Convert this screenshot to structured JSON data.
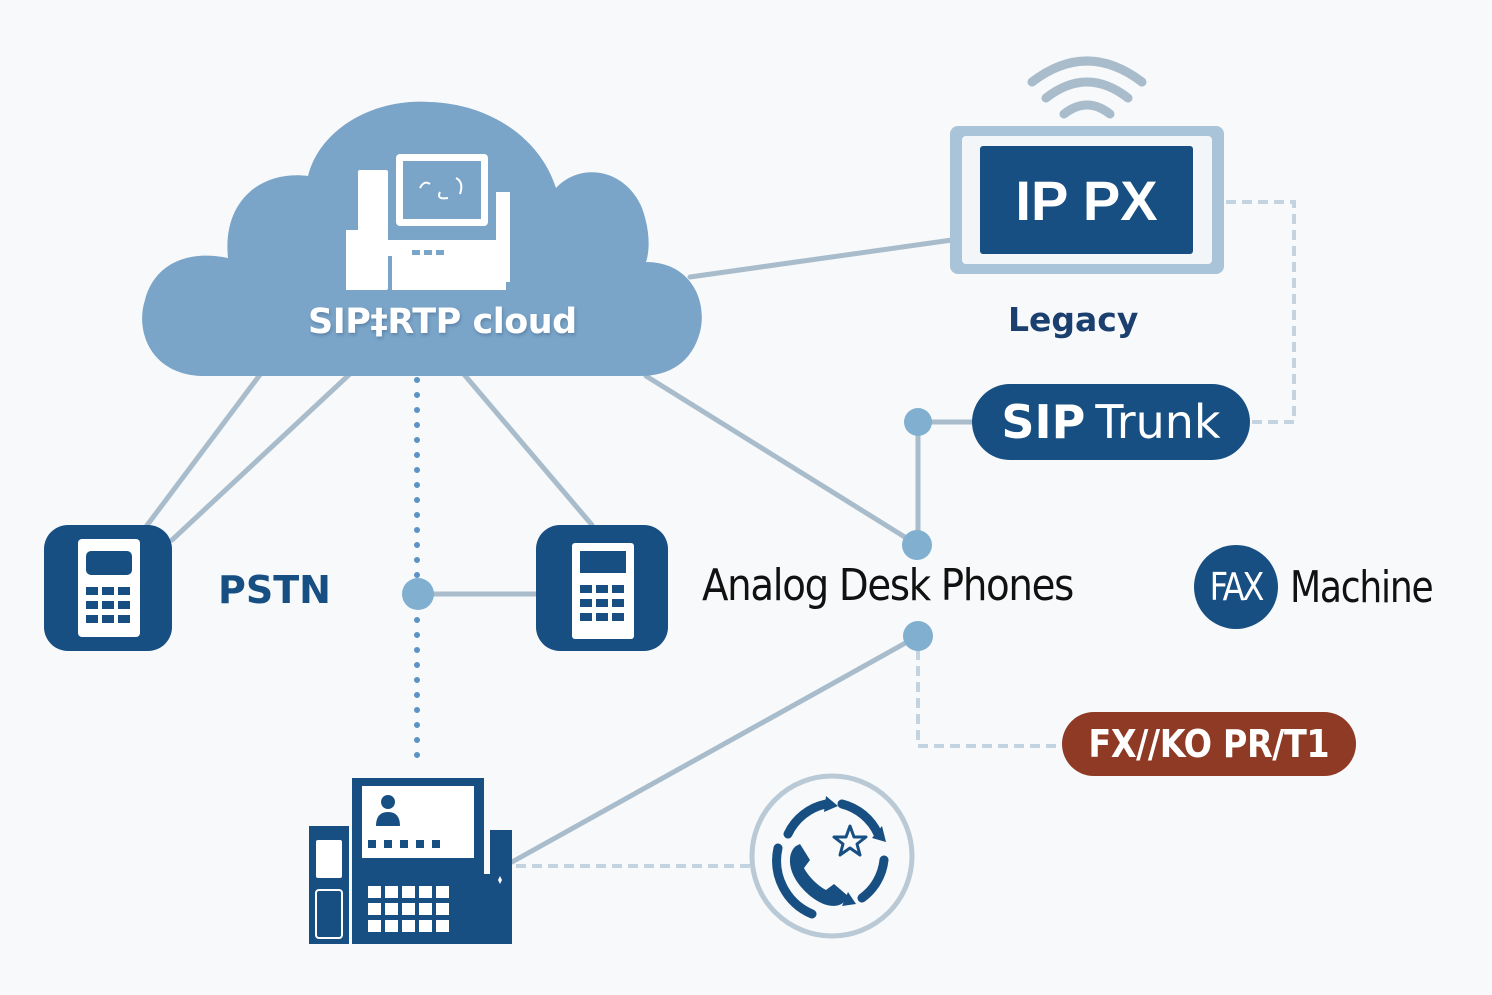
{
  "diagram": {
    "title": "VoIP / SIP telephony network",
    "colors": {
      "navy": "#174f82",
      "cloud": "#7aa5c8",
      "link": "#a8bccb",
      "node": "#80afd0",
      "dotted": "#5a93c4",
      "fxo": "#8f3a24",
      "background": "#f8f9fa"
    },
    "nodes": {
      "cloud": {
        "label": "SIP/RTP cloud",
        "label_rendered": "SIP‡RTP cloud",
        "icon": "server-terminal-icon"
      },
      "ippbx": {
        "label": "IP PX",
        "icon": "wifi-icon",
        "caption": "Legacy"
      },
      "sip_trunk": {
        "bold": "SIP",
        "light": "Trunk"
      },
      "pstn": {
        "label": "PSTN",
        "icon": "mobile-phone-icon"
      },
      "analog_phone": {
        "icon": "mobile-phone-icon"
      },
      "analog_desk_phones": {
        "label": "Analog Desk Phones"
      },
      "fax": {
        "badge": "FAX",
        "label": "Machine"
      },
      "fxo": {
        "label": "FX//KO PR/T1"
      },
      "ip_desk_phone": {
        "icon": "ip-desk-phone-icon"
      },
      "call_forward": {
        "icon": "call-forward-star-icon"
      }
    },
    "links": [
      {
        "from": "cloud",
        "to": "pstn",
        "style": "solid"
      },
      {
        "from": "cloud",
        "to": "pstn",
        "style": "solid"
      },
      {
        "from": "cloud",
        "to": "analog_phone",
        "style": "solid"
      },
      {
        "from": "cloud",
        "to": "ippbx",
        "style": "solid"
      },
      {
        "from": "cloud",
        "to": "analog_desk_phones",
        "style": "solid"
      },
      {
        "from": "cloud",
        "to": "ip_desk_phone",
        "style": "dotted"
      },
      {
        "from": "ippbx",
        "to": "sip_trunk",
        "style": "dashed"
      },
      {
        "from": "sip_trunk",
        "to": "analog_desk_phones",
        "style": "solid"
      },
      {
        "from": "analog_desk_phones",
        "to": "fxo",
        "style": "dashed"
      },
      {
        "from": "analog_desk_phones",
        "to": "ip_desk_phone",
        "style": "solid"
      },
      {
        "from": "ip_desk_phone",
        "to": "call_forward",
        "style": "dashed"
      }
    ]
  }
}
